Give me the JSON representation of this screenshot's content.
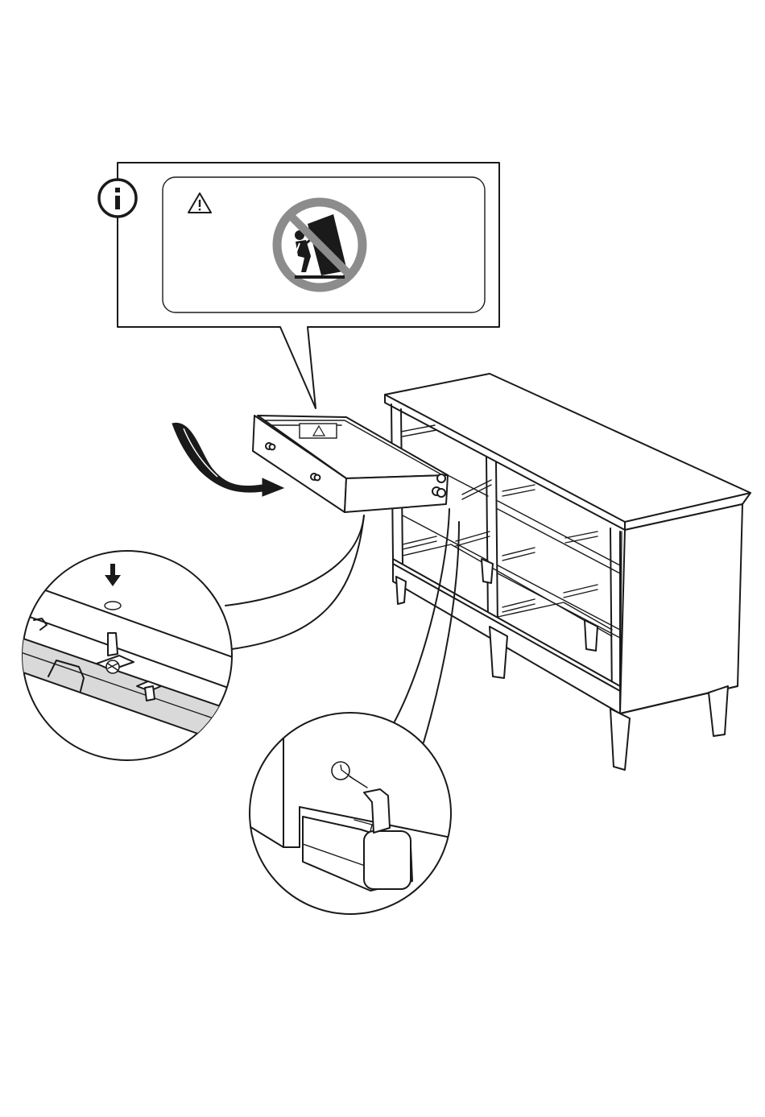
{
  "page": {
    "background": "#ffffff",
    "line_color": "#1a1a1a",
    "accent_grey": "#d9d9d9",
    "prohibition_grey": "#8c8c8c"
  },
  "icons": {
    "info": "info-icon",
    "warning": "warning-triangle-icon",
    "no_climbing": "no-climbing-prohibition-icon",
    "insert_direction": "curved-arrow-icon",
    "press_down": "down-arrow-icon",
    "drawer_warning_label": "warning-label-icon"
  },
  "callout": {
    "info_glyph": "i",
    "warning_glyph": "!"
  },
  "scene": {
    "dresser": "dresser-frame",
    "drawer": "drawer-box",
    "detail_runner": "runner-screw-detail",
    "detail_stop": "drawer-stop-detail"
  }
}
